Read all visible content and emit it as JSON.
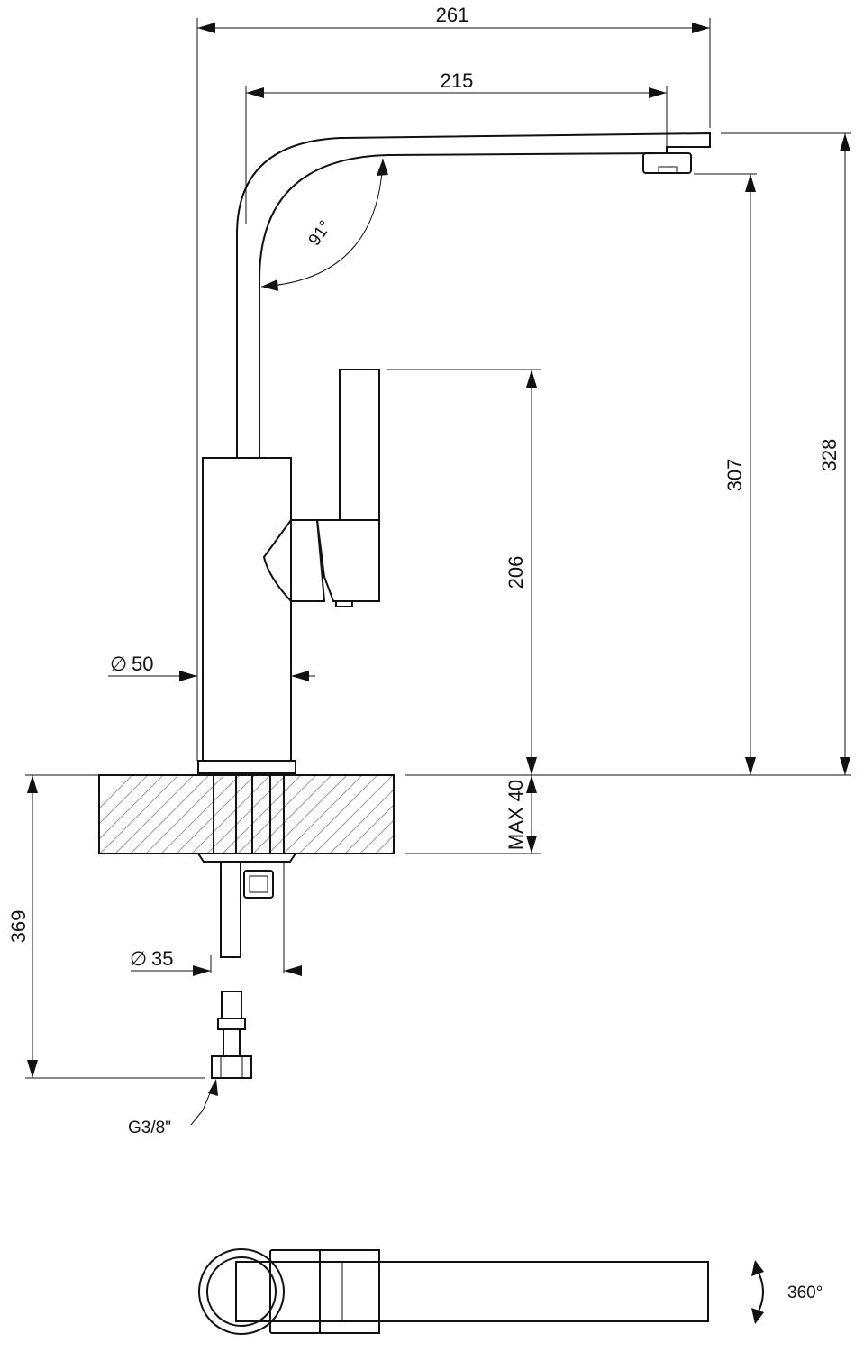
{
  "dimensions": {
    "overall_reach": "261",
    "spout_reach": "215",
    "spout_angle": "91°",
    "height_total": "328",
    "height_outlet": "307",
    "height_lever": "206",
    "counter_max": "MAX 40",
    "body_diameter_symbol": "∅",
    "body_diameter": "50",
    "shank_diameter_symbol": "∅",
    "shank_diameter": "35",
    "hose_length": "369",
    "connection": "G3/8\"",
    "rotation": "360°"
  },
  "colors": {
    "line": "#111111",
    "hatch": "#9a9a9a",
    "background": "#ffffff"
  }
}
